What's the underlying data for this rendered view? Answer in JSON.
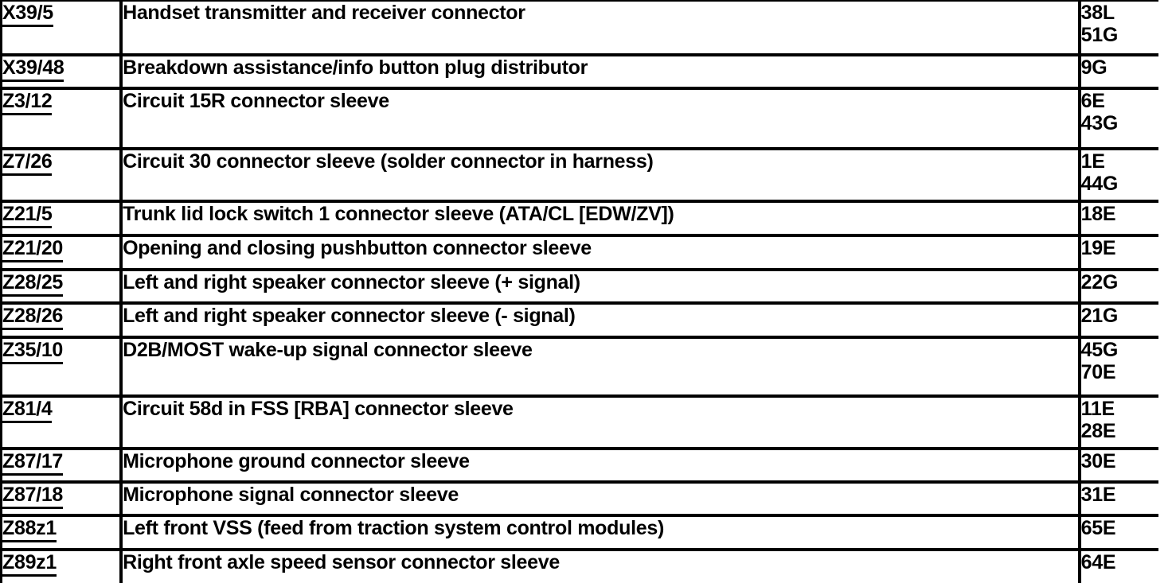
{
  "colors": {
    "text": "#000000",
    "border": "#000000",
    "background": "#ffffff"
  },
  "table": {
    "columns": [
      "code",
      "description",
      "locations"
    ],
    "rows": [
      {
        "code": "X39/5",
        "description": "Handset transmitter and receiver connector",
        "locations": [
          "38L",
          "51G"
        ]
      },
      {
        "code": "X39/48",
        "description": "Breakdown assistance/info button plug distributor",
        "locations": [
          "9G"
        ]
      },
      {
        "code": "Z3/12",
        "description": "Circuit 15R connector sleeve",
        "locations": [
          "6E",
          "43G"
        ]
      },
      {
        "code": "Z7/26",
        "description": "Circuit 30 connector sleeve (solder connector in harness)",
        "locations": [
          "1E",
          "44G"
        ]
      },
      {
        "code": "Z21/5",
        "description": "Trunk lid lock switch 1 connector sleeve (ATA/CL [EDW/ZV])",
        "locations": [
          "18E"
        ]
      },
      {
        "code": "Z21/20",
        "description": "Opening and closing pushbutton connector sleeve",
        "locations": [
          "19E"
        ]
      },
      {
        "code": "Z28/25",
        "description": "Left and right speaker connector sleeve (+ signal)",
        "locations": [
          "22G"
        ]
      },
      {
        "code": "Z28/26",
        "description": "Left and right speaker connector sleeve (- signal)",
        "locations": [
          "21G"
        ]
      },
      {
        "code": "Z35/10",
        "description": "D2B/MOST wake-up signal connector sleeve",
        "locations": [
          "45G",
          "70E"
        ]
      },
      {
        "code": "Z81/4",
        "description": "Circuit 58d in FSS [RBA] connector sleeve",
        "locations": [
          "11E",
          "28E"
        ]
      },
      {
        "code": "Z87/17",
        "description": "Microphone ground connector sleeve",
        "locations": [
          "30E"
        ]
      },
      {
        "code": "Z87/18",
        "description": "Microphone signal connector sleeve",
        "locations": [
          "31E"
        ]
      },
      {
        "code": "Z88z1",
        "description": "Left front VSS (feed from traction system control modules)",
        "locations": [
          "65E"
        ]
      },
      {
        "code": "Z89z1",
        "description": "Right front axle speed sensor connector sleeve",
        "locations": [
          "64E"
        ]
      }
    ]
  }
}
